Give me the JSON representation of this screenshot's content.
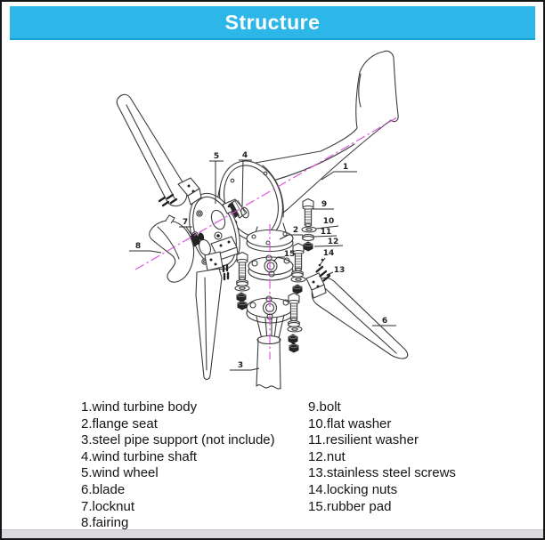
{
  "header": {
    "title": "Structure",
    "accent_color": "#2db7e8"
  },
  "diagram": {
    "line_color": "#3c3c3c",
    "centerline_color": "#d94fd9",
    "callouts": {
      "c1": "1",
      "c2": "2",
      "c3": "3",
      "c4": "4",
      "c5": "5",
      "c6": "6",
      "c7": "7",
      "c8": "8",
      "c9": "9",
      "c10": "10",
      "c11": "11",
      "c12": "12",
      "c13": "13",
      "c14": "14",
      "c15": "15"
    }
  },
  "legend": {
    "left": [
      "1.wind turbine body",
      "2.flange seat",
      "3.steel pipe support (not include)",
      "4.wind turbine shaft",
      "5.wind wheel",
      "6.blade",
      "7.locknut",
      "8.fairing"
    ],
    "right": [
      "9.bolt",
      "10.flat washer",
      "11.resilient washer",
      "12.nut",
      "13.stainless steel screws",
      "14.locking nuts",
      "15.rubber pad"
    ]
  }
}
